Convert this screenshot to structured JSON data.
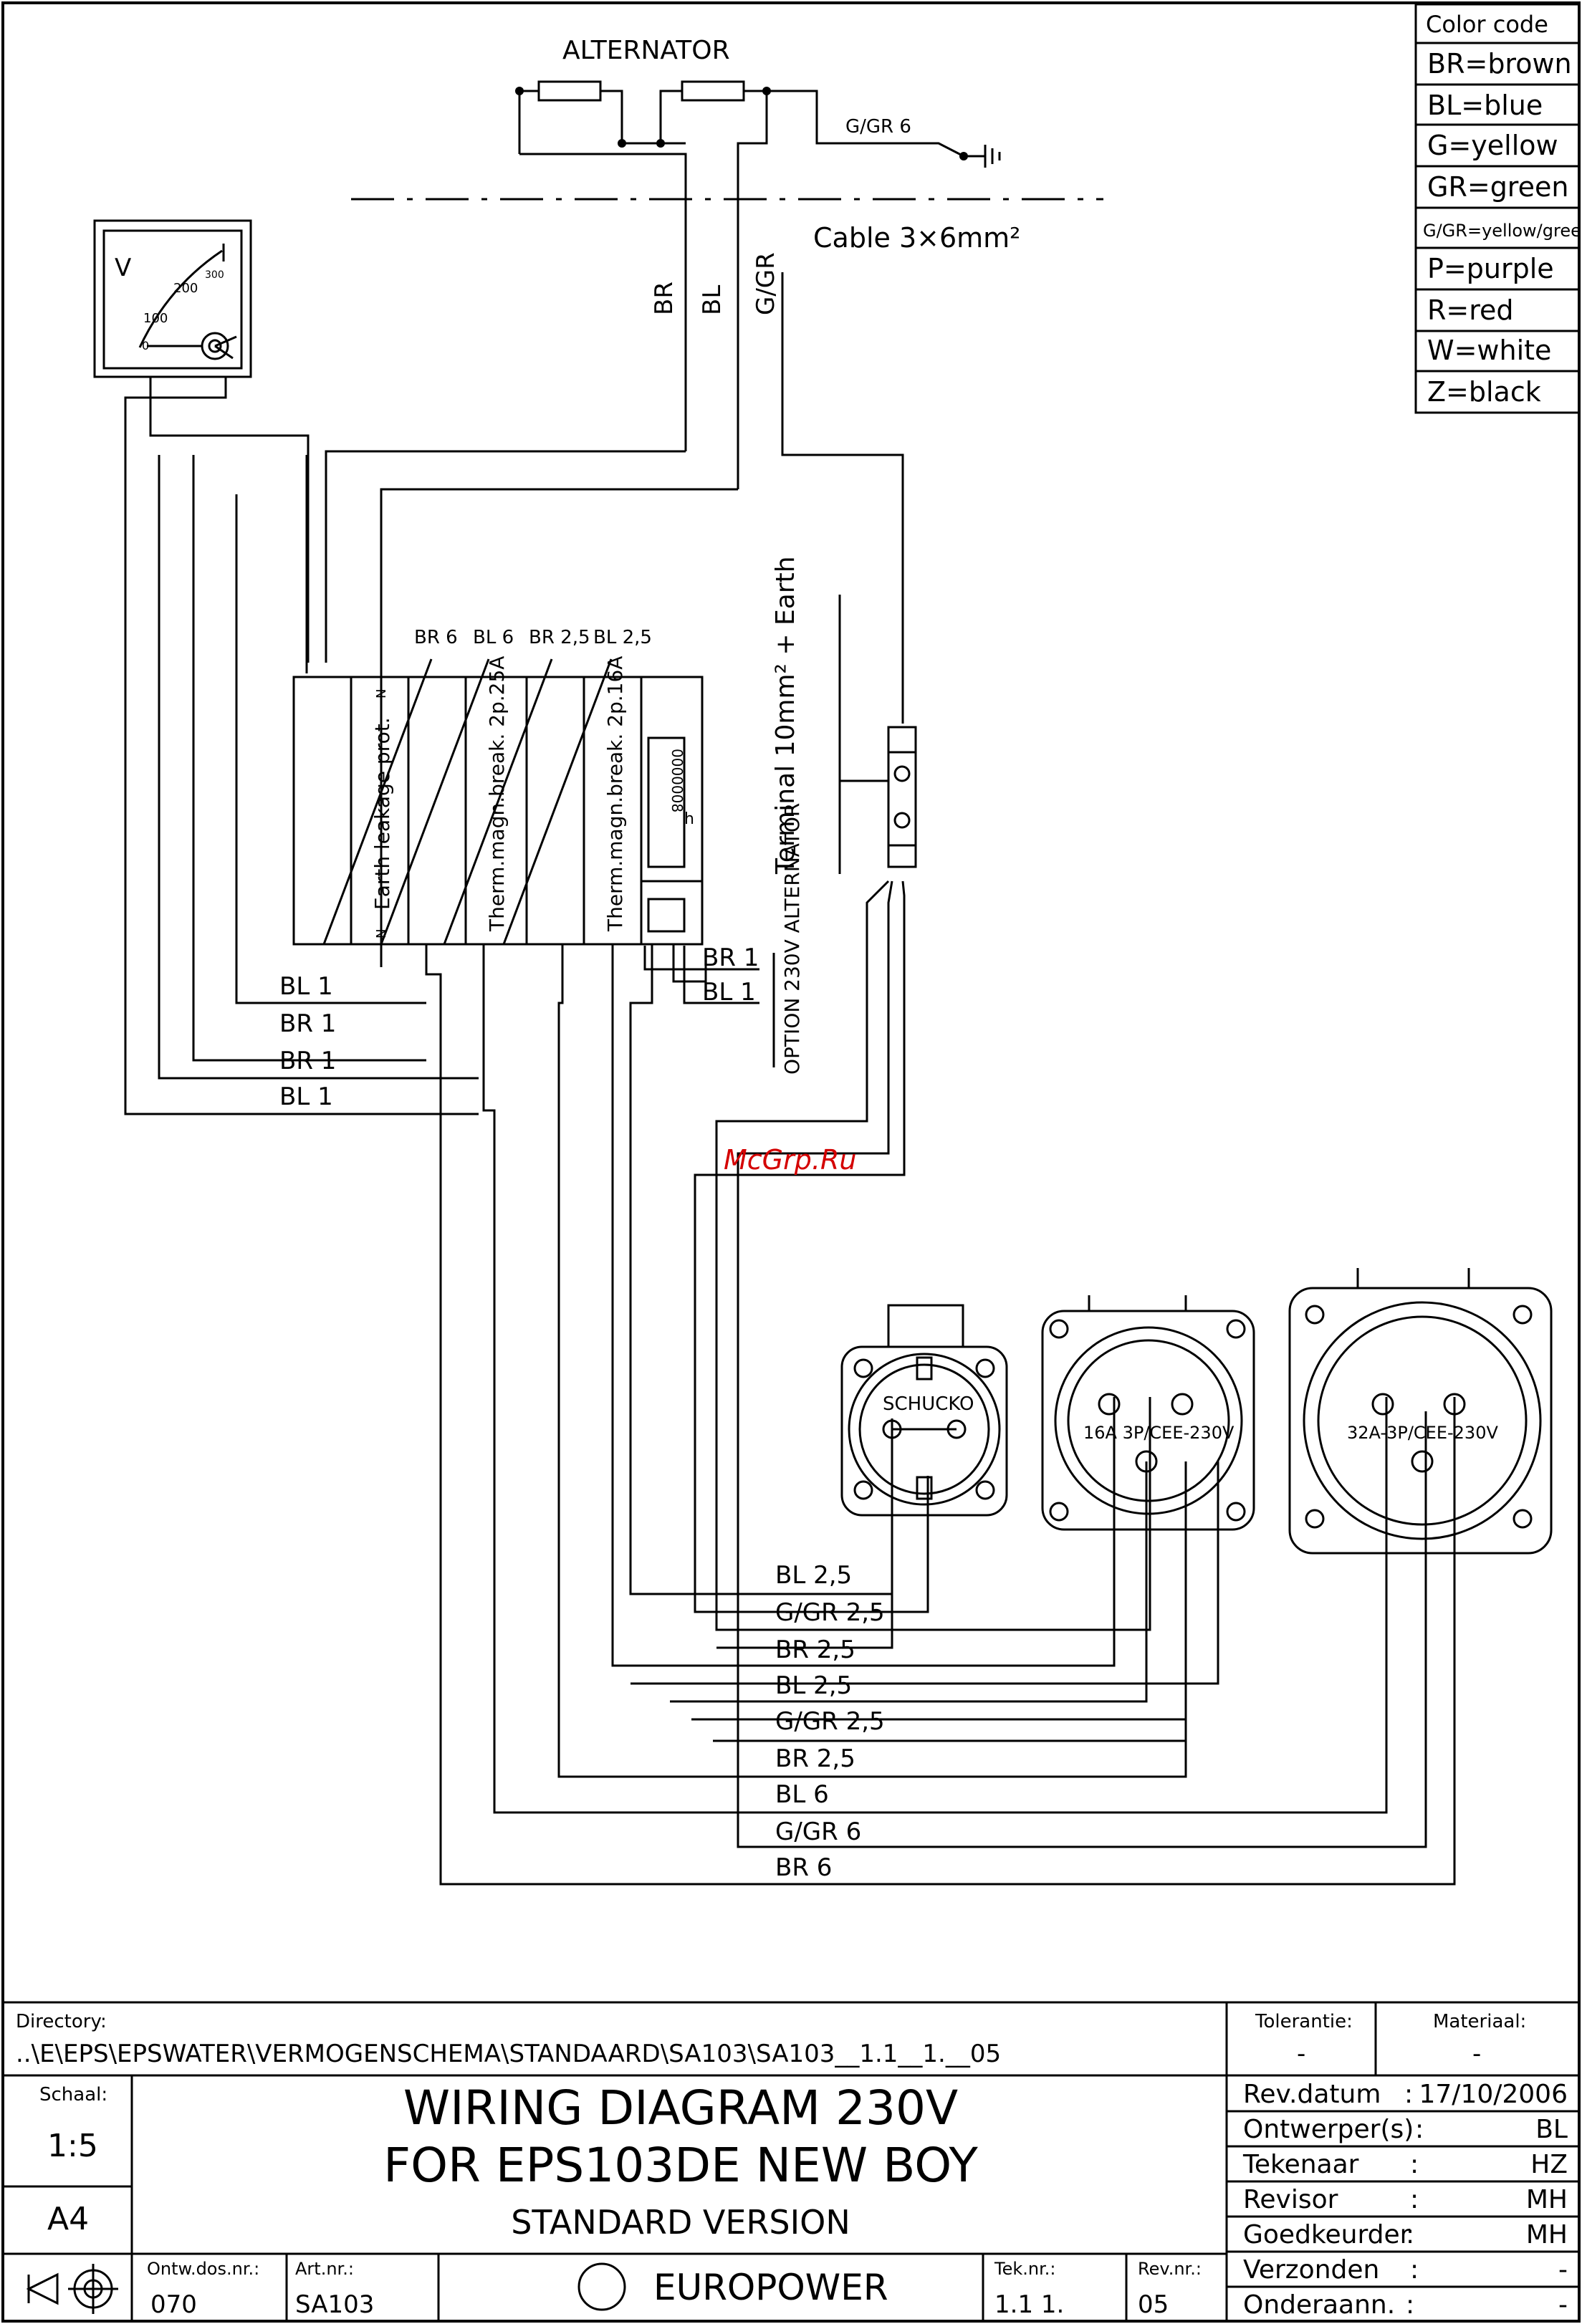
{
  "legend": {
    "title": "Color code",
    "items": [
      "BR=brown",
      "BL=blue",
      "G=yellow",
      "GR=green",
      "G/GR=yellow/green",
      "P=purple",
      "R=red",
      "W=white",
      "Z=black"
    ]
  },
  "alternator": {
    "label": "ALTERNATOR",
    "earth_wire": "G/GR 6",
    "cable": "Cable 3×6mm²",
    "wires": [
      "BR",
      "BL",
      "G/GR"
    ]
  },
  "voltmeter": {
    "unit": "V",
    "scale": [
      "0",
      "100",
      "200",
      "300"
    ]
  },
  "panel": {
    "top_wires": [
      "BR 6",
      "BL 6",
      "BR 2,5",
      "BL 2,5"
    ],
    "modules": [
      "Earth leakage prot.",
      "Therm.magn.break. 2p.25A",
      "Therm.magn.break. 2p.16A"
    ],
    "counter": "0000008",
    "counter_unit": "h",
    "n_mark": "N",
    "left_wires": [
      "BL 1",
      "BR 1",
      "BR 1",
      "BL 1"
    ],
    "option_wires": [
      "BR 1",
      "BL 1"
    ],
    "option_label": "OPTION 230V ALTERNATOR"
  },
  "terminal": {
    "label": "Terminal 10mm² + Earth"
  },
  "watermark": "McGrp.Ru",
  "sockets": {
    "schucko": "SCHUCKO",
    "s16": "16A 3P/CEE-230V",
    "s32": "32A-3P/CEE-230V"
  },
  "bottom_wires": [
    "BL 2,5",
    "G/GR 2,5",
    "BR 2,5",
    "BL 2,5",
    "G/GR 2,5",
    "BR 2,5",
    "BL 6",
    "G/GR 6",
    "BR 6"
  ],
  "title_block": {
    "directory_label": "Directory:",
    "directory": "..\\E\\EPS\\EPSWATER\\VERMOGENSCHEMA\\STANDAARD\\SA103\\SA103__1.1__1.__05",
    "tolerantie_label": "Tolerantie:",
    "tolerantie": "-",
    "materiaal_label": "Materiaal:",
    "materiaal": "-",
    "schaal_label": "Schaal:",
    "schaal": "1:5",
    "format": "A4",
    "title1": "WIRING DIAGRAM 230V",
    "title2": "FOR EPS103DE NEW BOY",
    "title3": "STANDARD VERSION",
    "ontw_label": "Ontw.dos.nr.:",
    "ontw": "070",
    "art_label": "Art.nr.:",
    "art": "SA103",
    "company": "EUROPOWER",
    "tek_label": "Tek.nr.:",
    "tek": "1.1 1.",
    "rev_label": "Rev.nr.:",
    "rev": "05",
    "info": [
      {
        "k": "Rev.datum",
        "v": "17/10/2006"
      },
      {
        "k": "Ontwerper(s)",
        "v": "BL"
      },
      {
        "k": "Tekenaar",
        "v": "HZ"
      },
      {
        "k": "Revisor",
        "v": "MH"
      },
      {
        "k": "Goedkeurder",
        "v": "MH"
      },
      {
        "k": "Verzonden",
        "v": "-"
      },
      {
        "k": "Onderaann.",
        "v": "-"
      }
    ]
  }
}
